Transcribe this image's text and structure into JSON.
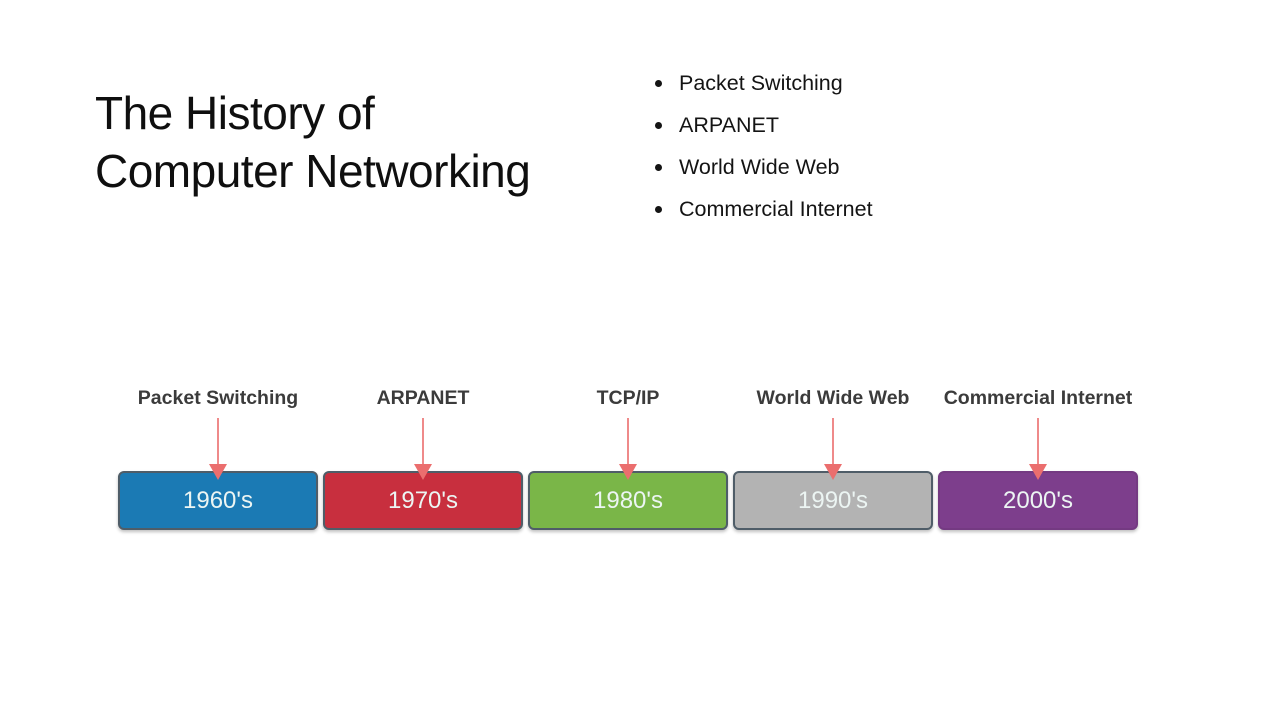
{
  "slide": {
    "title": {
      "line1": "The History of",
      "line2": "Computer Networking"
    },
    "bullets": [
      "Packet Switching",
      "ARPANET",
      "World Wide Web",
      "Commercial Internet"
    ],
    "timeline": {
      "items": [
        {
          "label": "Packet Switching",
          "decade": "1960's",
          "color": "#1b7ab4",
          "border": "#4f5d68"
        },
        {
          "label": "ARPANET",
          "decade": "1970's",
          "color": "#c82f3e",
          "border": "#4f5d68"
        },
        {
          "label": "TCP/IP",
          "decade": "1980's",
          "color": "#7ab648",
          "border": "#4f5d68"
        },
        {
          "label": "World Wide Web",
          "decade": "1990's",
          "color": "#b3b3b3",
          "border": "#4f5d68"
        },
        {
          "label": "Commercial Internet",
          "decade": "2000's",
          "color": "#7d3e8c",
          "border": "#743a82"
        }
      ],
      "arrow_line_color": "#ef8a8a",
      "arrow_head_color": "#eb6e6e",
      "label_color": "#3b3b3b",
      "box_text_color": "#ecf5f3",
      "background_color": "#ffffff"
    }
  }
}
